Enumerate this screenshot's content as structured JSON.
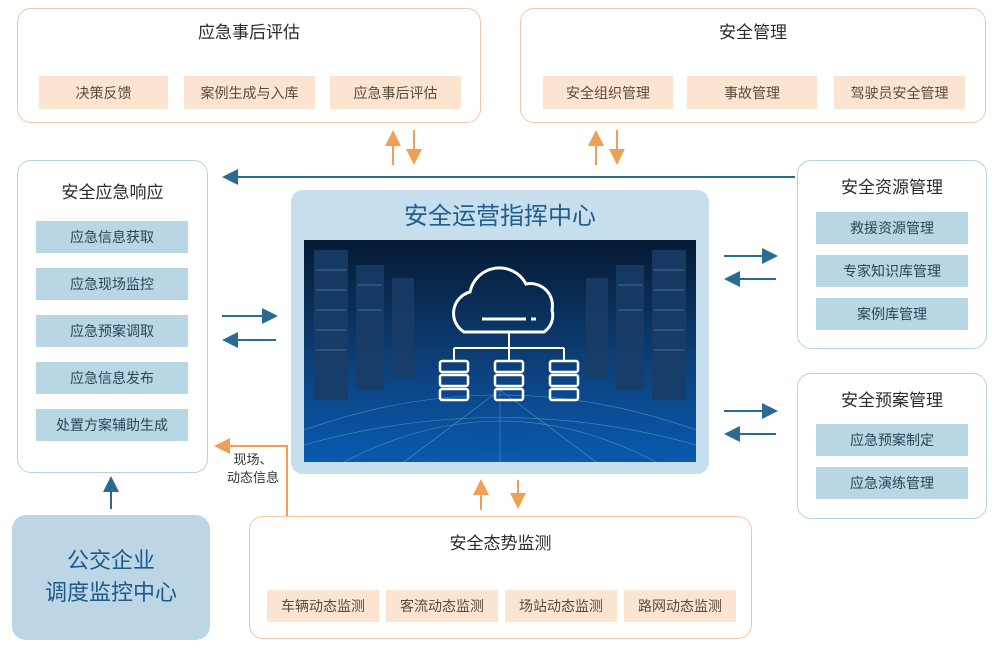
{
  "center": {
    "title": "安全运营指挥中心"
  },
  "top_left": {
    "title": "应急事后评估",
    "items": [
      "决策反馈",
      "案例生成与入库",
      "应急事后评估"
    ]
  },
  "top_right": {
    "title": "安全管理",
    "items": [
      "安全组织管理",
      "事故管理",
      "驾驶员安全管理"
    ]
  },
  "left": {
    "title": "安全应急响应",
    "items": [
      "应急信息获取",
      "应急现场监控",
      "应急预案调取",
      "应急信息发布",
      "处置方案辅助生成"
    ]
  },
  "right_top": {
    "title": "安全资源管理",
    "items": [
      "救援资源管理",
      "专家知识库管理",
      "案例库管理"
    ]
  },
  "right_bottom": {
    "title": "安全预案管理",
    "items": [
      "应急预案制定",
      "应急演练管理"
    ]
  },
  "bottom": {
    "title": "安全态势监测",
    "items": [
      "车辆动态监测",
      "客流动态监测",
      "场站动态监测",
      "路网动态监测"
    ]
  },
  "bus_center": {
    "line1": "公交企业",
    "line2": "调度监控中心"
  },
  "flow_label": {
    "line1": "现场、",
    "line2": "动态信息"
  },
  "colors": {
    "orange_accent": "#f0a055",
    "blue_accent": "#2b6a93",
    "orange_box": "#fbe5d0",
    "blue_box": "#b9d6e4"
  }
}
